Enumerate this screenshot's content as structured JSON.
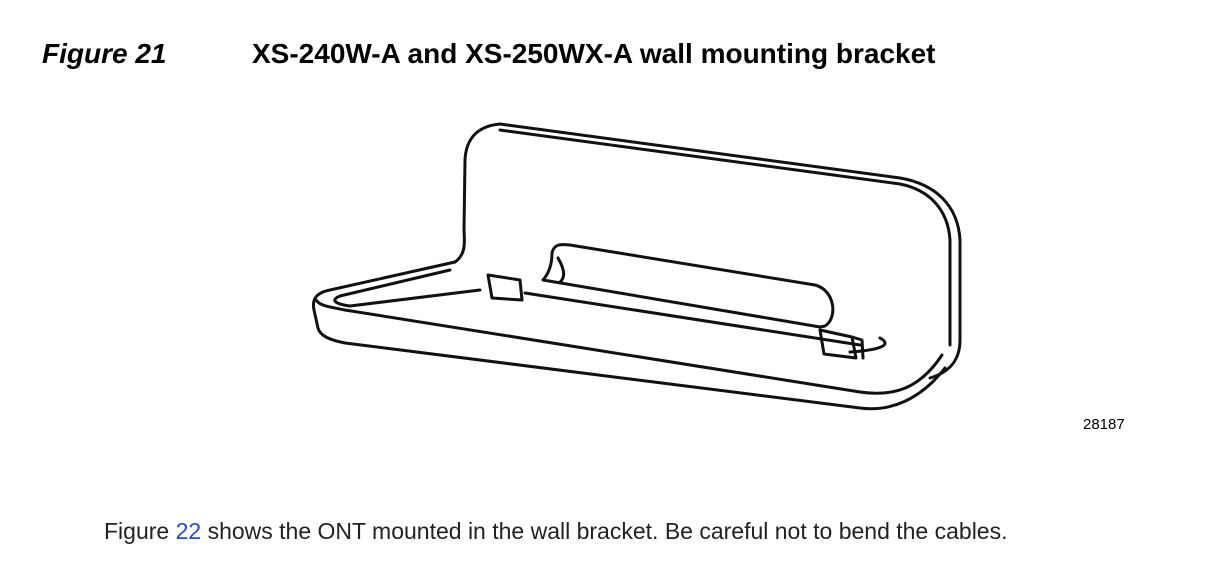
{
  "figure": {
    "label": "Figure 21",
    "title": "XS-240W-A and XS-250WX-A wall mounting bracket",
    "image_id": "28187"
  },
  "paragraph": {
    "prefix": "Figure ",
    "link_text": "22",
    "suffix": " shows the ONT mounted in the wall bracket. Be careful not to bend the cables."
  },
  "colors": {
    "link": "#1a4fd6"
  }
}
